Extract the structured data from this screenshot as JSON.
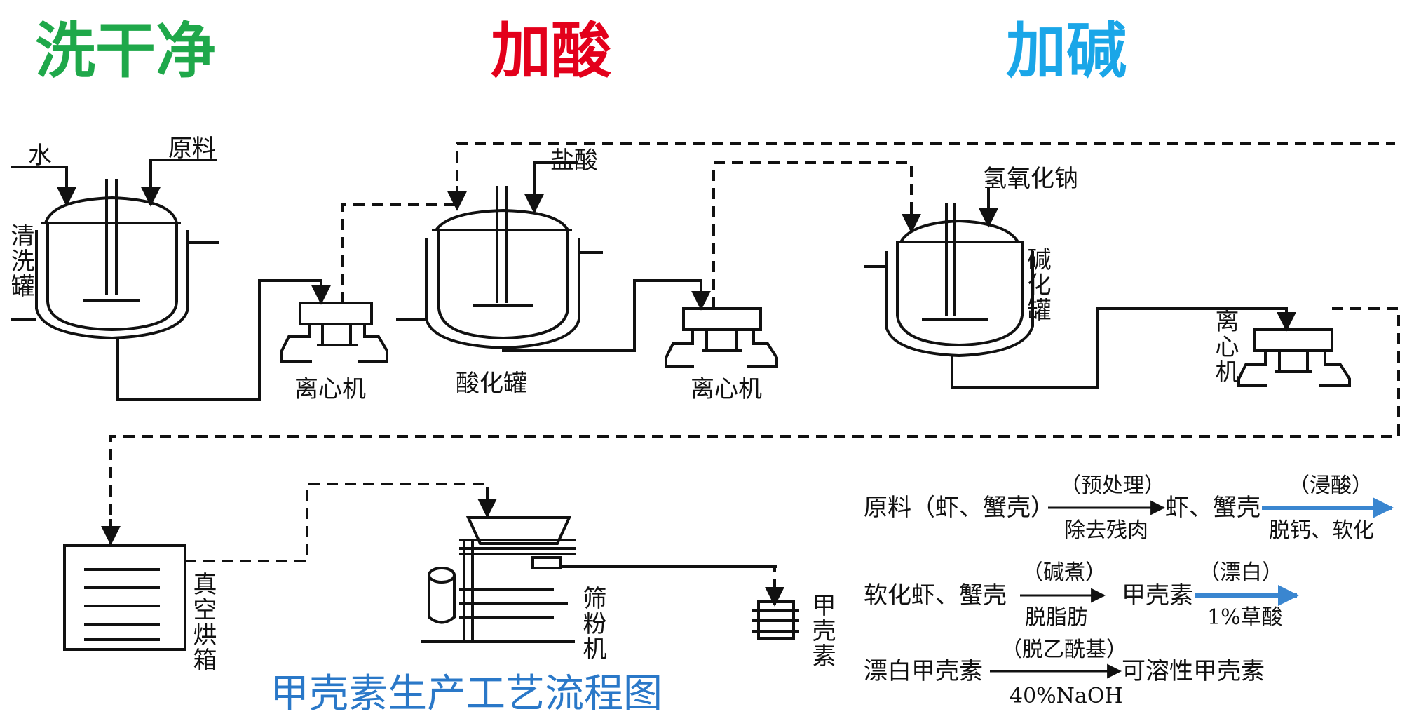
{
  "headers": {
    "wash": {
      "text": "洗干净",
      "color": "#1fa84a"
    },
    "acid": {
      "text": "加酸",
      "color": "#e3001b"
    },
    "alkali": {
      "text": "加碱",
      "color": "#1aa6e8"
    }
  },
  "inputs": {
    "water": "水",
    "raw_material": "原料",
    "hydrochloric_acid": "盐酸",
    "sodium_hydroxide": "氢氧化钠"
  },
  "equipment": {
    "washing_tank": "清洗罐",
    "centrifuge_1": "离心机",
    "acidification_tank": "酸化罐",
    "centrifuge_2": "离心机",
    "alkalization_tank": "碱化罐",
    "centrifuge_3": "离心机",
    "vacuum_oven": "真空烘箱",
    "sieving_machine": "筛粉机",
    "product": "甲壳素"
  },
  "title": "甲壳素生产工艺流程图",
  "reactions": [
    {
      "reactant": "原料（虾、蟹壳）",
      "above": "（预处理）",
      "below": "除去残肉",
      "product": "虾、蟹壳",
      "above2": "（浸酸）",
      "below2": "脱钙、软化"
    },
    {
      "reactant": "软化虾、蟹壳",
      "above": "（碱煮）",
      "below": "脱脂肪",
      "product": "甲壳素",
      "above2": "（漂白）",
      "below2": "1%草酸"
    },
    {
      "reactant": "漂白甲壳素",
      "above": "（脱乙酰基）",
      "below": "40%NaOH",
      "product": "可溶性甲壳素"
    }
  ],
  "colors": {
    "line": "#111111",
    "arrow_blue": "#3a86d0",
    "title_blue": "#2a78c8"
  }
}
